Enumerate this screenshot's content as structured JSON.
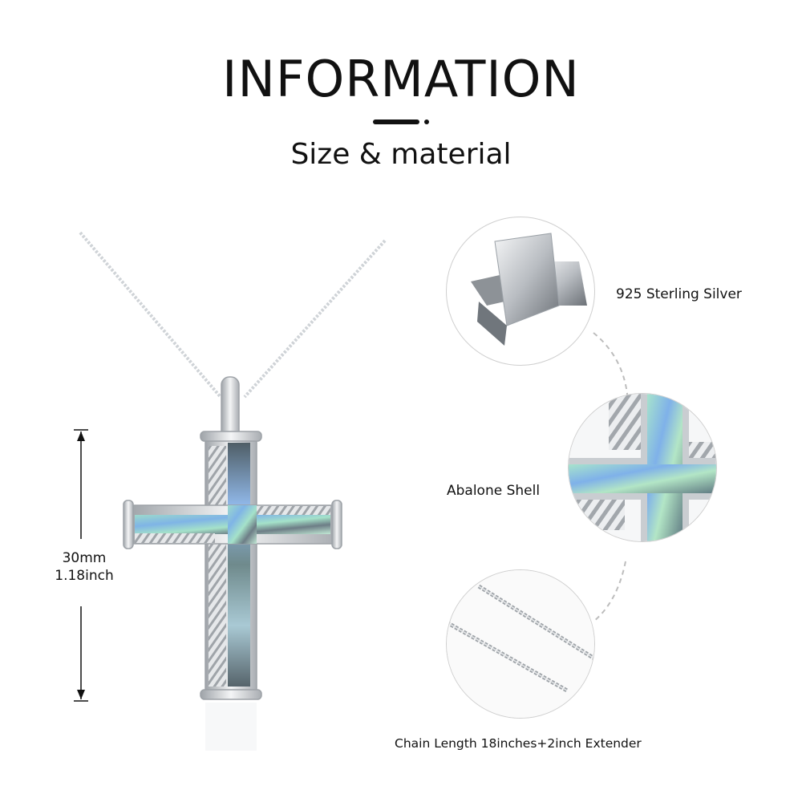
{
  "header": {
    "title": "INFORMATION",
    "subtitle": "Size & material"
  },
  "dimension": {
    "mm": "30mm",
    "inch": "1.18inch"
  },
  "features": [
    {
      "label": "925 Sterling Silver"
    },
    {
      "label": "Abalone Shell"
    },
    {
      "label": "Chain Length 18inches+2inch Extender"
    }
  ],
  "icons": [
    "silver-bar-icon",
    "abalone-cross-closeup-icon",
    "box-chain-closeup-icon"
  ],
  "colors": {
    "text": "#111111",
    "silver": "#c8ccd1",
    "abalone_teal": "#7fd6c9",
    "abalone_blue": "#8fb6e6",
    "circle_border": "#cfcfcf",
    "dashed_line": "#bdbdbd"
  }
}
